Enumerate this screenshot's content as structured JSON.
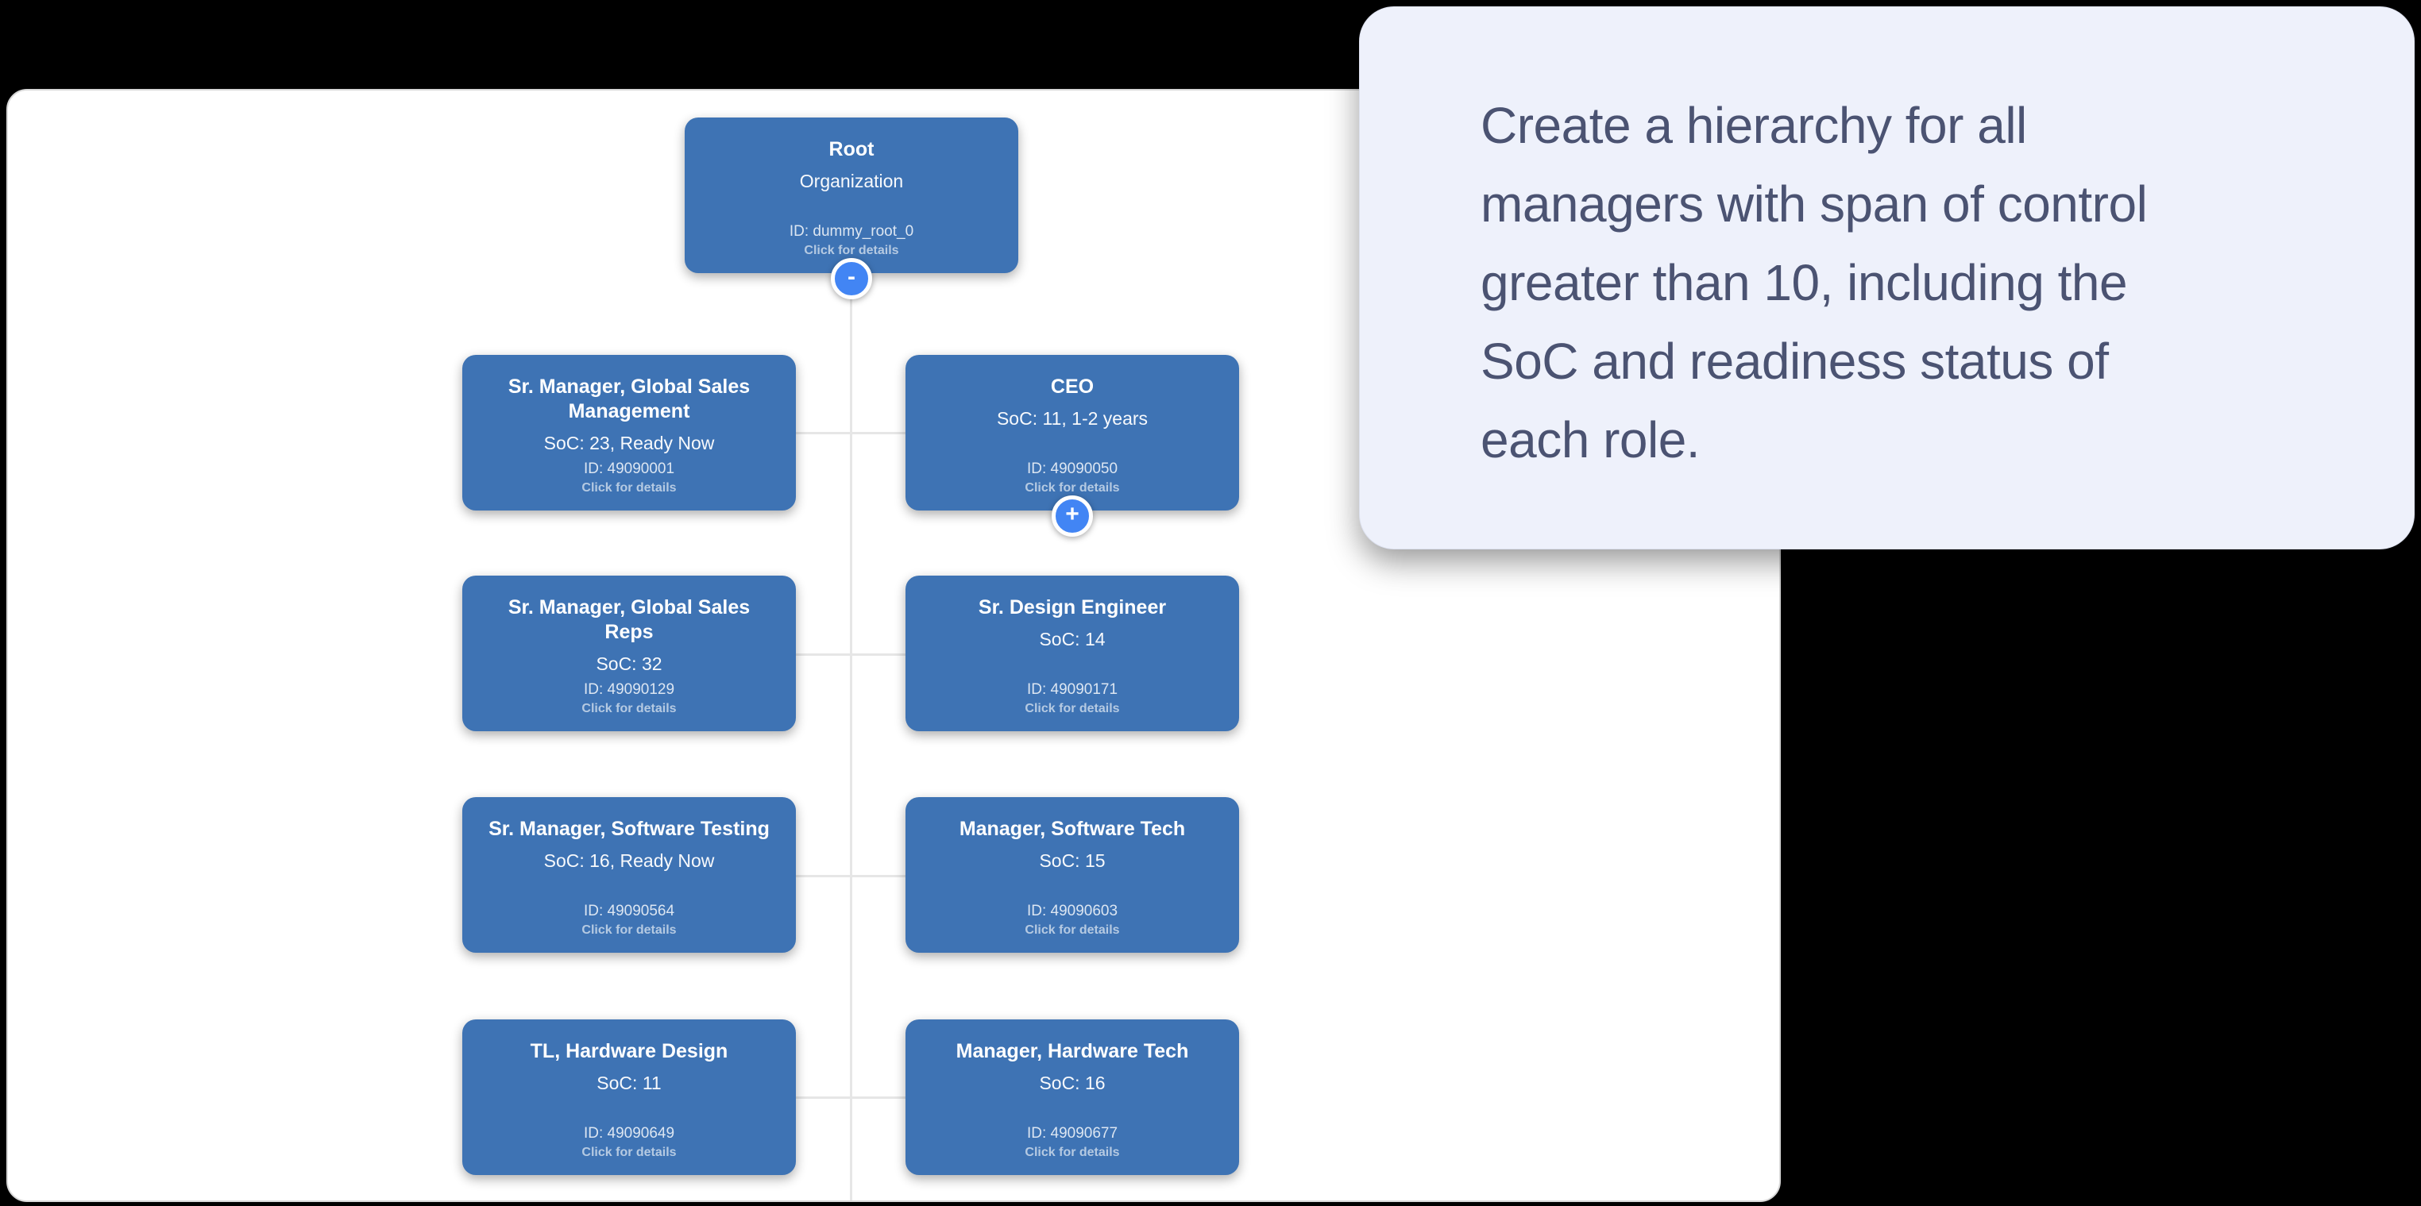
{
  "colors": {
    "page_background": "#000000",
    "canvas_background": "#ffffff",
    "node_blue": "#3e73b4",
    "toggle_blue": "#4285f4",
    "connector_gray": "#e6e6e6",
    "prompt_card_background": "#eef1fb",
    "prompt_text_color": "#4b5372"
  },
  "prompt": {
    "text": "Create a hierarchy for all\nmanagers with span of control\ngreater than 10, including the\nSoC and readiness status of\neach role."
  },
  "org_chart": {
    "nodes": [
      {
        "title": "Root",
        "subtitle": "Organization",
        "id_label": "ID: dummy_root_0",
        "hint": "Click for details",
        "toggle": "-"
      },
      {
        "title": "Sr. Manager, Global Sales Management",
        "subtitle": "SoC: 23, Ready Now",
        "id_label": "ID: 49090001",
        "hint": "Click for details"
      },
      {
        "title": "CEO",
        "subtitle": "SoC: 11, 1-2 years",
        "id_label": "ID: 49090050",
        "hint": "Click for details",
        "toggle": "+"
      },
      {
        "title": "Sr. Manager, Global Sales Reps",
        "subtitle": "SoC: 32",
        "id_label": "ID: 49090129",
        "hint": "Click for details"
      },
      {
        "title": "Sr. Design Engineer",
        "subtitle": "SoC: 14",
        "id_label": "ID: 49090171",
        "hint": "Click for details"
      },
      {
        "title": "Sr. Manager, Software Testing",
        "subtitle": "SoC: 16, Ready Now",
        "id_label": "ID: 49090564",
        "hint": "Click for details"
      },
      {
        "title": "Manager, Software Tech",
        "subtitle": "SoC: 15",
        "id_label": "ID: 49090603",
        "hint": "Click for details"
      },
      {
        "title": "TL, Hardware Design",
        "subtitle": "SoC: 11",
        "id_label": "ID: 49090649",
        "hint": "Click for details"
      },
      {
        "title": "Manager, Hardware Tech",
        "subtitle": "SoC: 16",
        "id_label": "ID: 49090677",
        "hint": "Click for details"
      }
    ]
  }
}
